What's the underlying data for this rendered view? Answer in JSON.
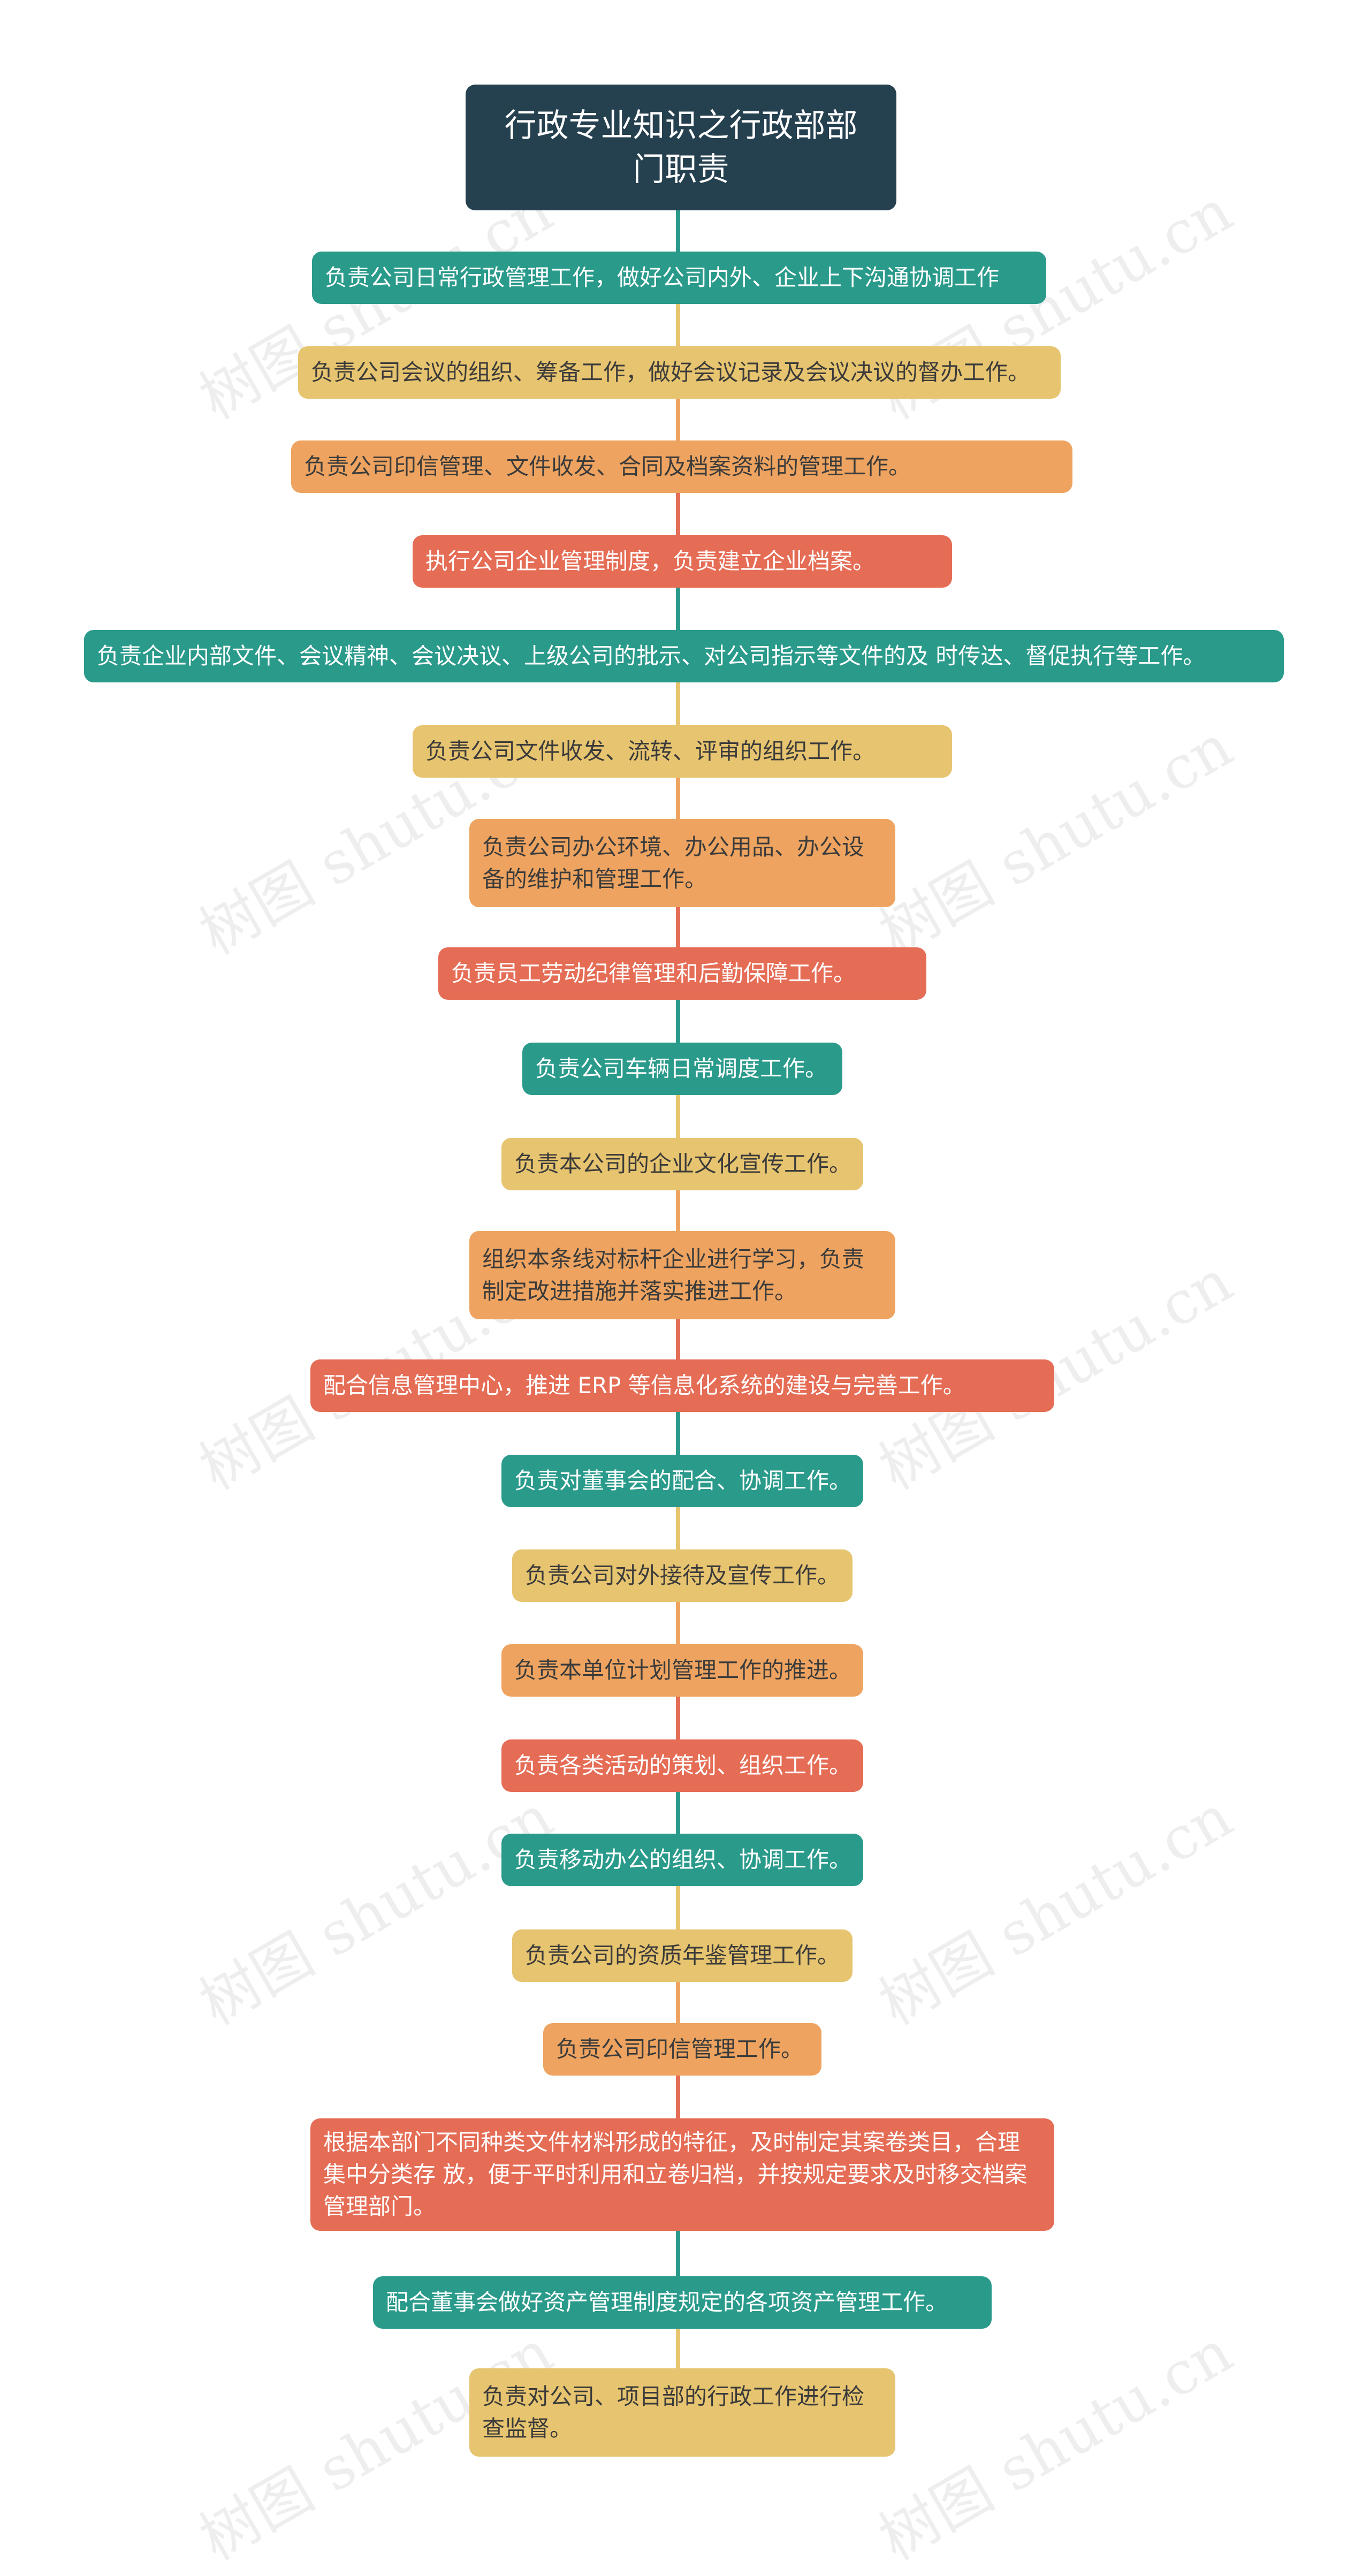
{
  "title": "行政专业知识之行政部部门职责",
  "nodes": [
    {
      "text": "负责公司日常行政管理工作，做好公司内外、企业上下沟通协调工作",
      "color": "#2a9a8b"
    },
    {
      "text": "负责公司会议的组织、筹备工作，做好会议记录及会议决议的督办工作。",
      "color": "#e7c46f"
    },
    {
      "text": "负责公司印信管理、文件收发、合同及档案资料的管理工作。",
      "color": "#eea460"
    },
    {
      "text": "执行公司企业管理制度，负责建立企业档案。",
      "color": "#e56c55"
    },
    {
      "text": "负责企业内部文件、会议精神、会议决议、上级公司的批示、对公司指示等文件的及 时传达、督促执行等工作。",
      "color": "#2a9a8b"
    },
    {
      "text": "负责公司文件收发、流转、评审的组织工作。",
      "color": "#e7c46f"
    },
    {
      "text": "负责公司办公环境、办公用品、办公设备的维护和管理工作。",
      "color": "#eea460"
    },
    {
      "text": "负责员工劳动纪律管理和后勤保障工作。",
      "color": "#e56c55"
    },
    {
      "text": "负责公司车辆日常调度工作。",
      "color": "#2a9a8b"
    },
    {
      "text": "负责本公司的企业文化宣传工作。",
      "color": "#e7c46f"
    },
    {
      "text": "组织本条线对标杆企业进行学习，负责制定改进措施并落实推进工作。",
      "color": "#eea460"
    },
    {
      "text": "配合信息管理中心，推进 ERP 等信息化系统的建设与完善工作。",
      "color": "#e56c55"
    },
    {
      "text": "负责对董事会的配合、协调工作。",
      "color": "#2a9a8b"
    },
    {
      "text": "负责公司对外接待及宣传工作。",
      "color": "#e7c46f"
    },
    {
      "text": "负责本单位计划管理工作的推进。",
      "color": "#eea460"
    },
    {
      "text": "负责各类活动的策划、组织工作。",
      "color": "#e56c55"
    },
    {
      "text": "负责移动办公的组织、协调工作。",
      "color": "#2a9a8b"
    },
    {
      "text": "负责公司的资质年鉴管理工作。",
      "color": "#e7c46f"
    },
    {
      "text": "负责公司印信管理工作。",
      "color": "#eea460"
    },
    {
      "text": "根据本部门不同种类文件材料形成的特征，及时制定其案卷类目，合理集中分类存 放，便于平时利用和立卷归档，并按规定要求及时移交档案管理部门。",
      "color": "#e56c55"
    },
    {
      "text": "配合董事会做好资产管理制度规定的各项资产管理工作。",
      "color": "#2a9a8b"
    },
    {
      "text": "负责对公司、项目部的行政工作进行检查监督。",
      "color": "#e7c46f"
    }
  ],
  "watermark": "树图 shutu.cn"
}
